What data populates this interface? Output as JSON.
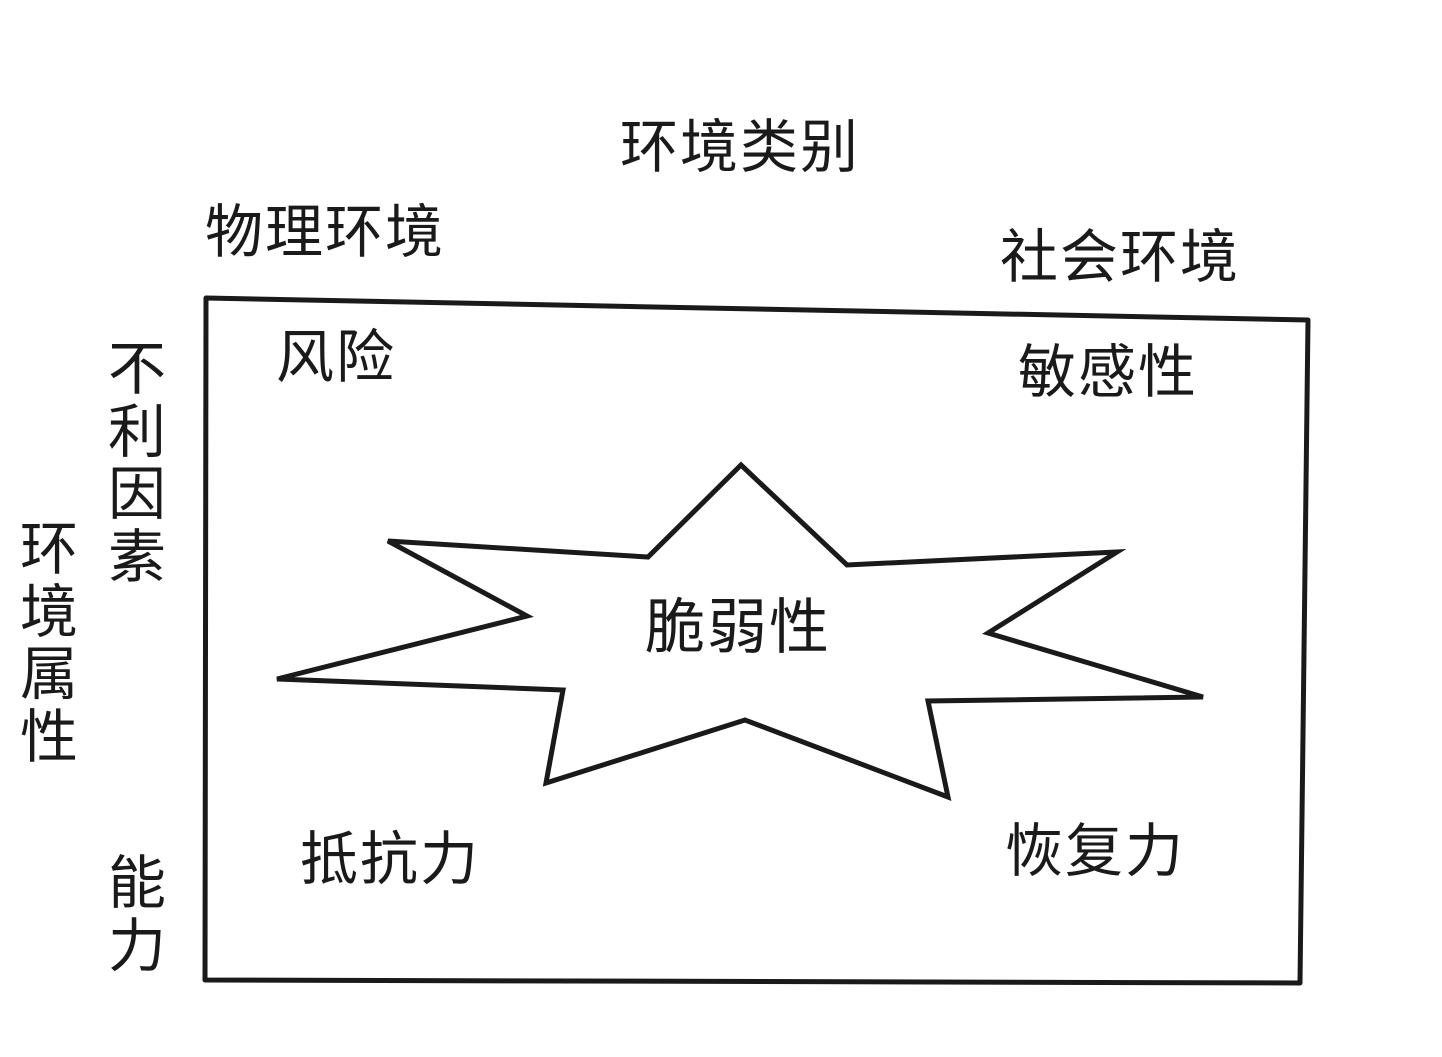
{
  "axes": {
    "top_title": "环境类别",
    "top_left": "物理环境",
    "top_right": "社会环境",
    "side_title": "环境属性",
    "side_upper": "不利因素",
    "side_lower": "能力"
  },
  "quadrants": {
    "top_left": "风险",
    "top_right": "敏感性",
    "bottom_left": "抵抗力",
    "bottom_right": "恢复力"
  },
  "center": {
    "label": "脆弱性",
    "shape": "star-burst"
  },
  "colors": {
    "ink": "#1a1a1a",
    "background": "#ffffff"
  }
}
